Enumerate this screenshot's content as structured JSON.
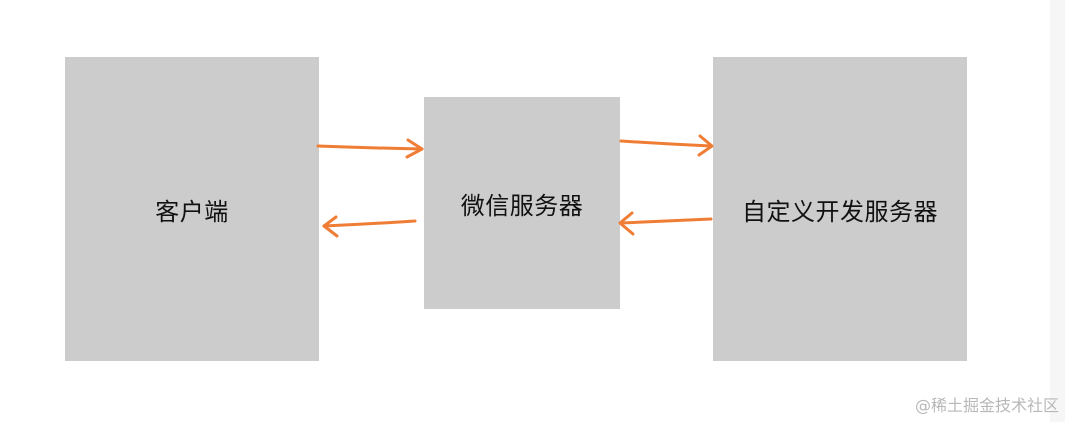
{
  "diagram": {
    "nodes": [
      {
        "id": "client",
        "label": "客户端"
      },
      {
        "id": "wechat_server",
        "label": "微信服务器"
      },
      {
        "id": "custom_server",
        "label": "自定义开发服务器"
      }
    ],
    "edges": [
      {
        "from": "client",
        "to": "wechat_server"
      },
      {
        "from": "wechat_server",
        "to": "client"
      },
      {
        "from": "wechat_server",
        "to": "custom_server"
      },
      {
        "from": "custom_server",
        "to": "wechat_server"
      }
    ],
    "box_color": "#cccccc",
    "arrow_color": "#ef7d35"
  },
  "watermark": "@稀土掘金技术社区"
}
